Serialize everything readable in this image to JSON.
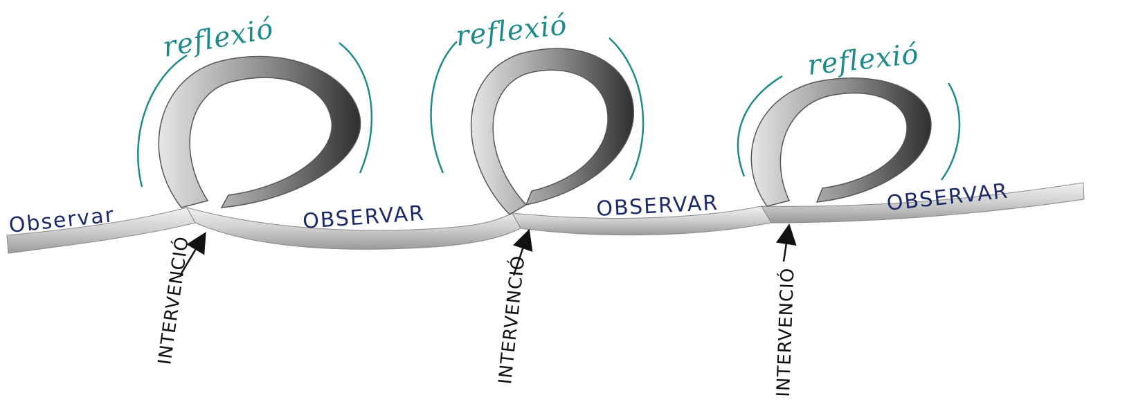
{
  "labels": {
    "observar": [
      "Observar",
      "OBSERVAR",
      "OBSERVAR",
      "OBSERVAR"
    ],
    "reflexio": [
      "reflexió",
      "reflexió",
      "reflexió"
    ],
    "intervencio": [
      "INTERVENCIÓ",
      "INTERVENCIÓ",
      "INTERVENCIÓ"
    ]
  },
  "colors": {
    "ribbon_light": "#e9e9e9",
    "ribbon_mid": "#bdbdbd",
    "ribbon_dark": "#3f3f3f",
    "observar_text": "#1c2a66",
    "reflexio_text": "#1e8a8a",
    "intervencio_text": "#111111"
  }
}
